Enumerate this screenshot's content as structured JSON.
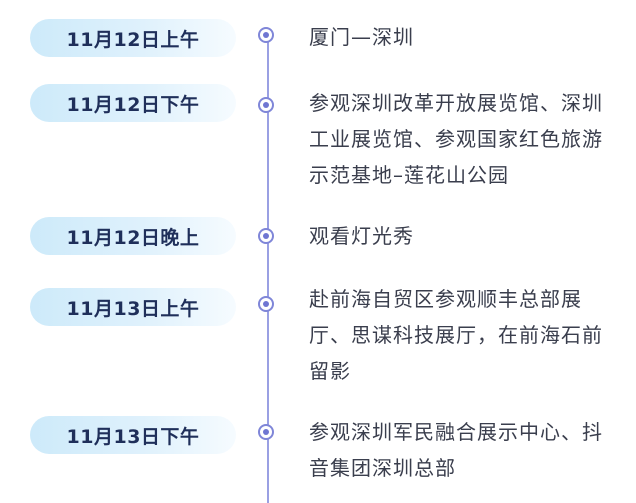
{
  "schedule": [
    {
      "time": "11月12日上午",
      "desc": "厦门—深圳"
    },
    {
      "time": "11月12日下午",
      "desc": "参观深圳改革开放展览馆、深圳工业展览馆、参观国家红色旅游示范基地–莲花山公园"
    },
    {
      "time": "11月12日晚上",
      "desc": "观看灯光秀"
    },
    {
      "time": "11月13日上午",
      "desc": "赴前海自贸区参观顺丰总部展厅、思谋科技展厅，在前海石前留影"
    },
    {
      "time": "11月13日下午",
      "desc": "参观深圳军民融合展示中心、抖音集团深圳总部"
    }
  ],
  "colors": {
    "pill_gradient_start": "#cdeafa",
    "line": "#9aa0e3",
    "dot": "#6f76d2",
    "time_text": "#1f2f5a",
    "desc_text": "#3a3e4d"
  }
}
